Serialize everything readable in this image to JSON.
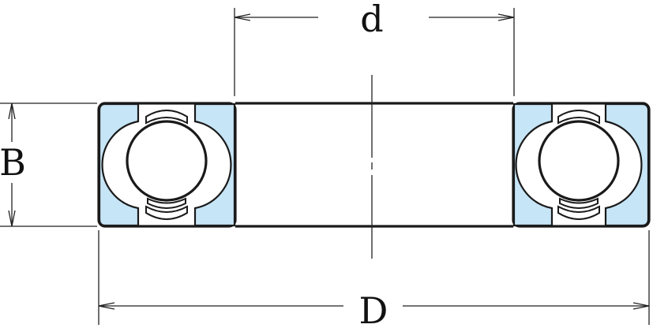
{
  "labels": {
    "d": "d",
    "B": "B",
    "D": "D"
  },
  "colors": {
    "ring_fill": "#c6e5f6",
    "outline": "#1a1a1a",
    "background": "#ffffff"
  }
}
